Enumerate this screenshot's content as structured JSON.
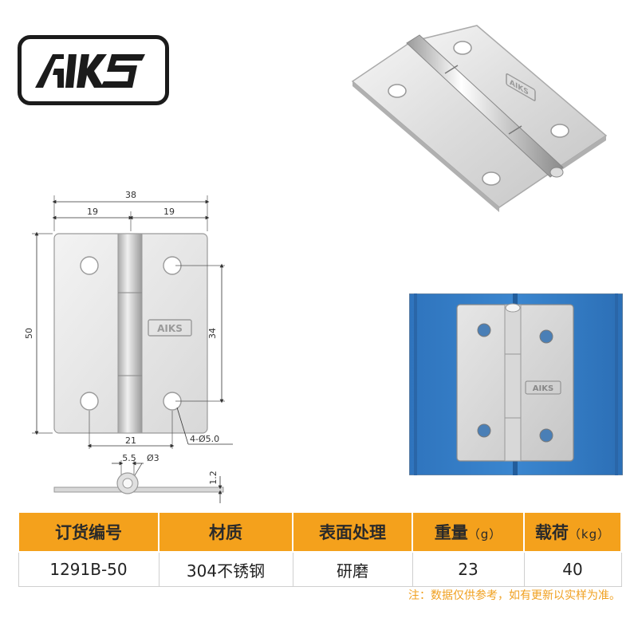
{
  "brand": {
    "logo_text": "AIKS",
    "plate_logo_text": "AIKS"
  },
  "drawing": {
    "dim_total_width": "38",
    "dim_half_left": "19",
    "dim_half_right": "19",
    "dim_height": "50",
    "dim_hole_spacing_vertical": "34",
    "dim_hole_spacing_horizontal": "21",
    "dim_holes": "4-Ø5.0",
    "dim_pin_offset": "5.5",
    "dim_pin_diameter": "Ø3",
    "dim_thickness": "1.2"
  },
  "table": {
    "headers": [
      {
        "label": "订货编号",
        "unit": ""
      },
      {
        "label": "材质",
        "unit": ""
      },
      {
        "label": "表面处理",
        "unit": ""
      },
      {
        "label": "重量",
        "unit": "（g）"
      },
      {
        "label": "载荷",
        "unit": "（kg）"
      }
    ],
    "row": [
      "1291B-50",
      "304不锈钢",
      "研磨",
      "23",
      "40"
    ]
  },
  "note": "注：数据仅供参考，如有更新以实样为准。",
  "colors": {
    "accent": "#f4a11c",
    "panel_blue": "#3a7fc4",
    "note_text": "#f0a020"
  }
}
